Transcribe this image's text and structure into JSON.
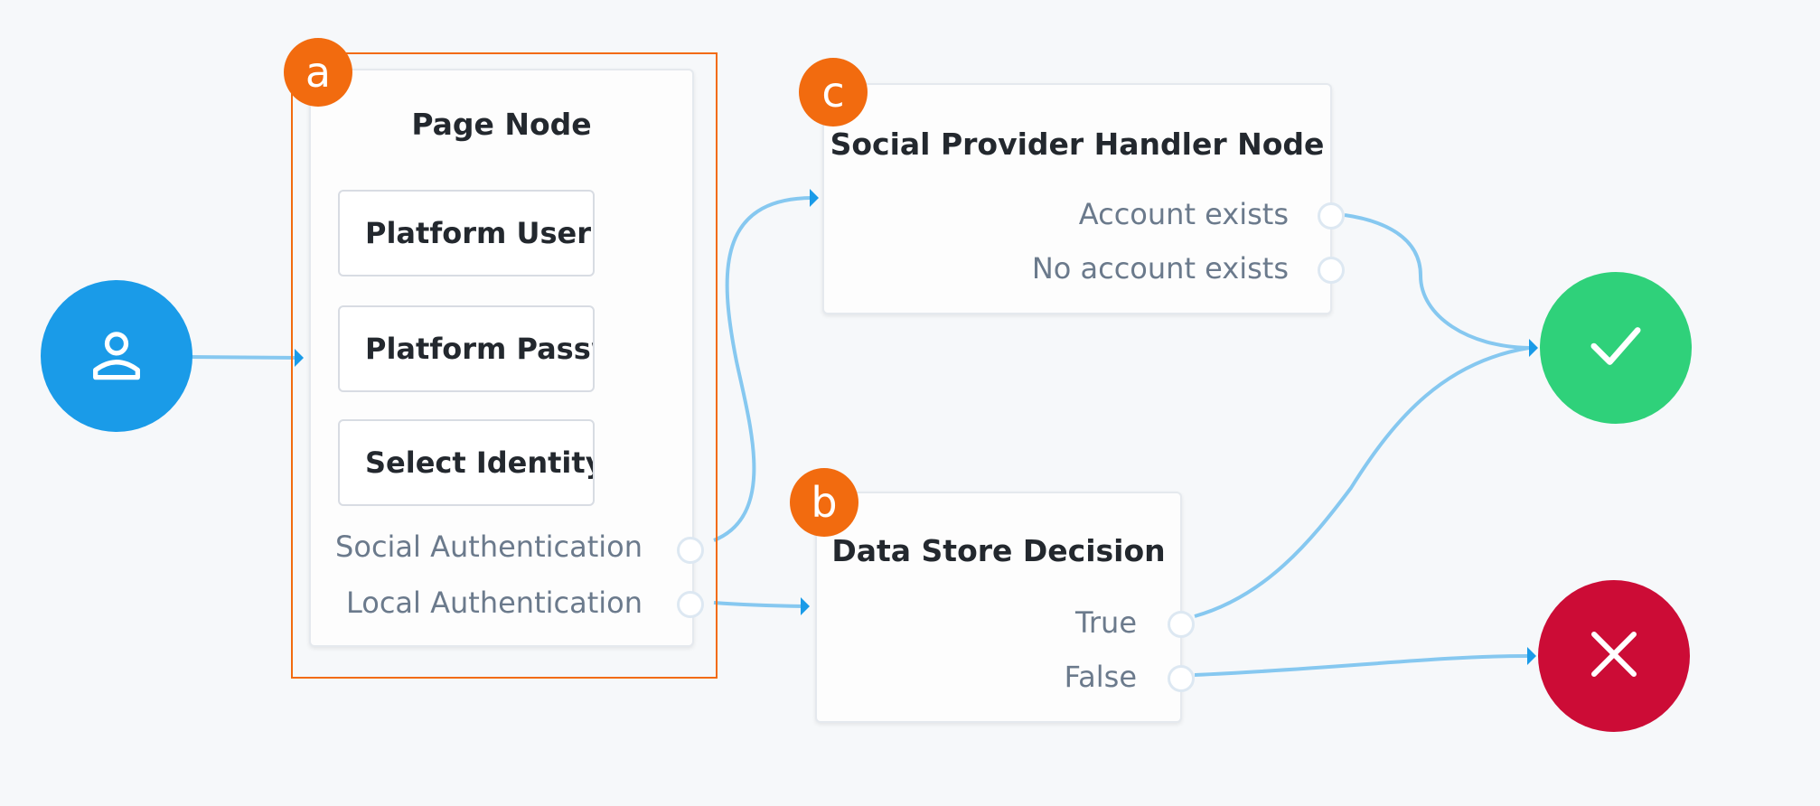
{
  "badges": {
    "a": "a",
    "b": "b",
    "c": "c"
  },
  "page_node": {
    "title": "Page Node",
    "fields": [
      "Platform Username",
      "Platform Password",
      "Select Identity Provider"
    ],
    "outcomes": [
      "Social Authentication",
      "Local Authentication"
    ]
  },
  "social_node": {
    "title": "Social Provider Handler Node",
    "outcomes": [
      "Account exists",
      "No account exists"
    ]
  },
  "datastore_node": {
    "title": "Data Store Decision",
    "outcomes": [
      "True",
      "False"
    ]
  },
  "icons": {
    "start": "user-icon",
    "success": "check-icon",
    "failure": "x-icon"
  },
  "colors": {
    "start": "#1a9be8",
    "success": "#2fd17a",
    "failure": "#cc0c36",
    "badge": "#f26b0f",
    "wire": "#86c8f0",
    "arrow": "#1a9be8"
  }
}
